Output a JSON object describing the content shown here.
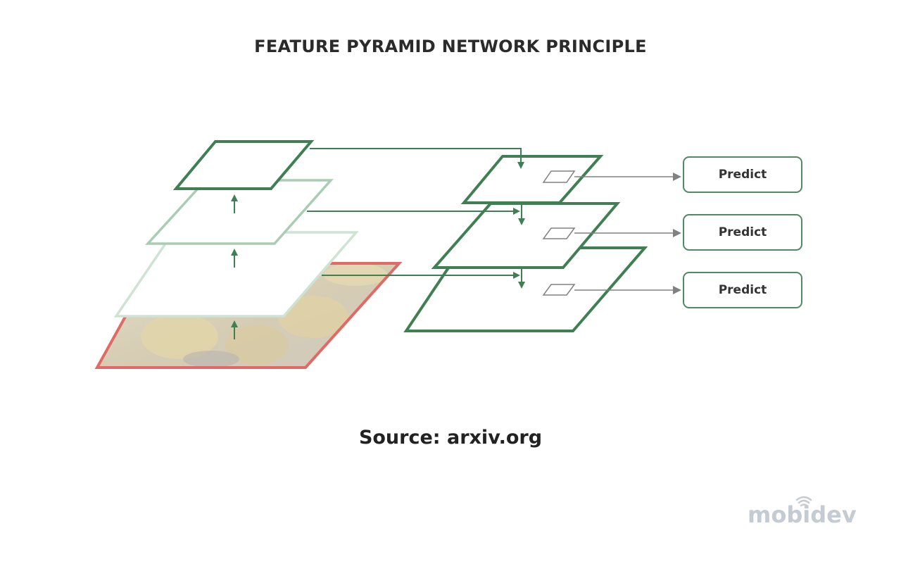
{
  "title": "FEATURE PYRAMID NETWORK PRINCIPLE",
  "source": "Source: arxiv.org",
  "predict_boxes": [
    {
      "label": "Predict"
    },
    {
      "label": "Predict"
    },
    {
      "label": "Predict"
    }
  ],
  "logo": {
    "text": "mobidev",
    "icon": "wifi-signal-icon"
  },
  "colors": {
    "dark_green": "#3f7f52",
    "light_green": "#a9cdb2",
    "lighter_green": "#cfe3d4",
    "red": "#e06a66",
    "gray": "#808080",
    "logo_gray": "#c4cbd3"
  }
}
